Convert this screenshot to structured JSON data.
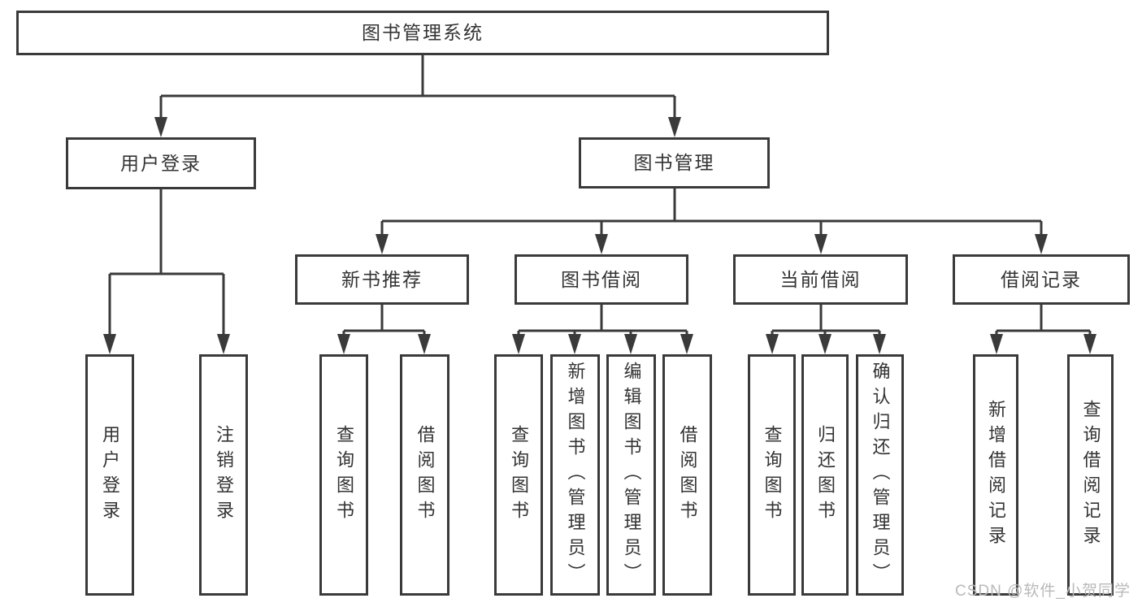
{
  "diagram_title": "图书管理系统",
  "watermark": "CSDN @软件_小贺同学",
  "colors": {
    "line": "#3a3a3a",
    "text": "#333333",
    "watermark": "#b9b9b9",
    "background": "#ffffff"
  },
  "nodes": {
    "root": {
      "label": "图书管理系统"
    },
    "level2": [
      {
        "label": "用户登录",
        "parent": "图书管理系统"
      },
      {
        "label": "图书管理",
        "parent": "图书管理系统"
      }
    ],
    "level3": [
      {
        "label": "新书推荐",
        "parent": "图书管理"
      },
      {
        "label": "图书借阅",
        "parent": "图书管理"
      },
      {
        "label": "当前借阅",
        "parent": "图书管理"
      },
      {
        "label": "借阅记录",
        "parent": "图书管理"
      }
    ],
    "leaves": [
      {
        "label": "用户登录",
        "parent": "用户登录"
      },
      {
        "label": "注销登录",
        "parent": "用户登录"
      },
      {
        "label": "查询图书",
        "parent": "新书推荐"
      },
      {
        "label": "借阅图书",
        "parent": "新书推荐"
      },
      {
        "label": "查询图书",
        "parent": "图书借阅"
      },
      {
        "label": "新增图书（管理员）",
        "parent": "图书借阅"
      },
      {
        "label": "编辑图书（管理员）",
        "parent": "图书借阅"
      },
      {
        "label": "借阅图书",
        "parent": "图书借阅"
      },
      {
        "label": "查询图书",
        "parent": "当前借阅"
      },
      {
        "label": "归还图书",
        "parent": "当前借阅"
      },
      {
        "label": "确认归还（管理员）",
        "parent": "当前借阅"
      },
      {
        "label": "新增借阅记录",
        "parent": "借阅记录"
      },
      {
        "label": "查询借阅记录",
        "parent": "借阅记录"
      }
    ]
  }
}
